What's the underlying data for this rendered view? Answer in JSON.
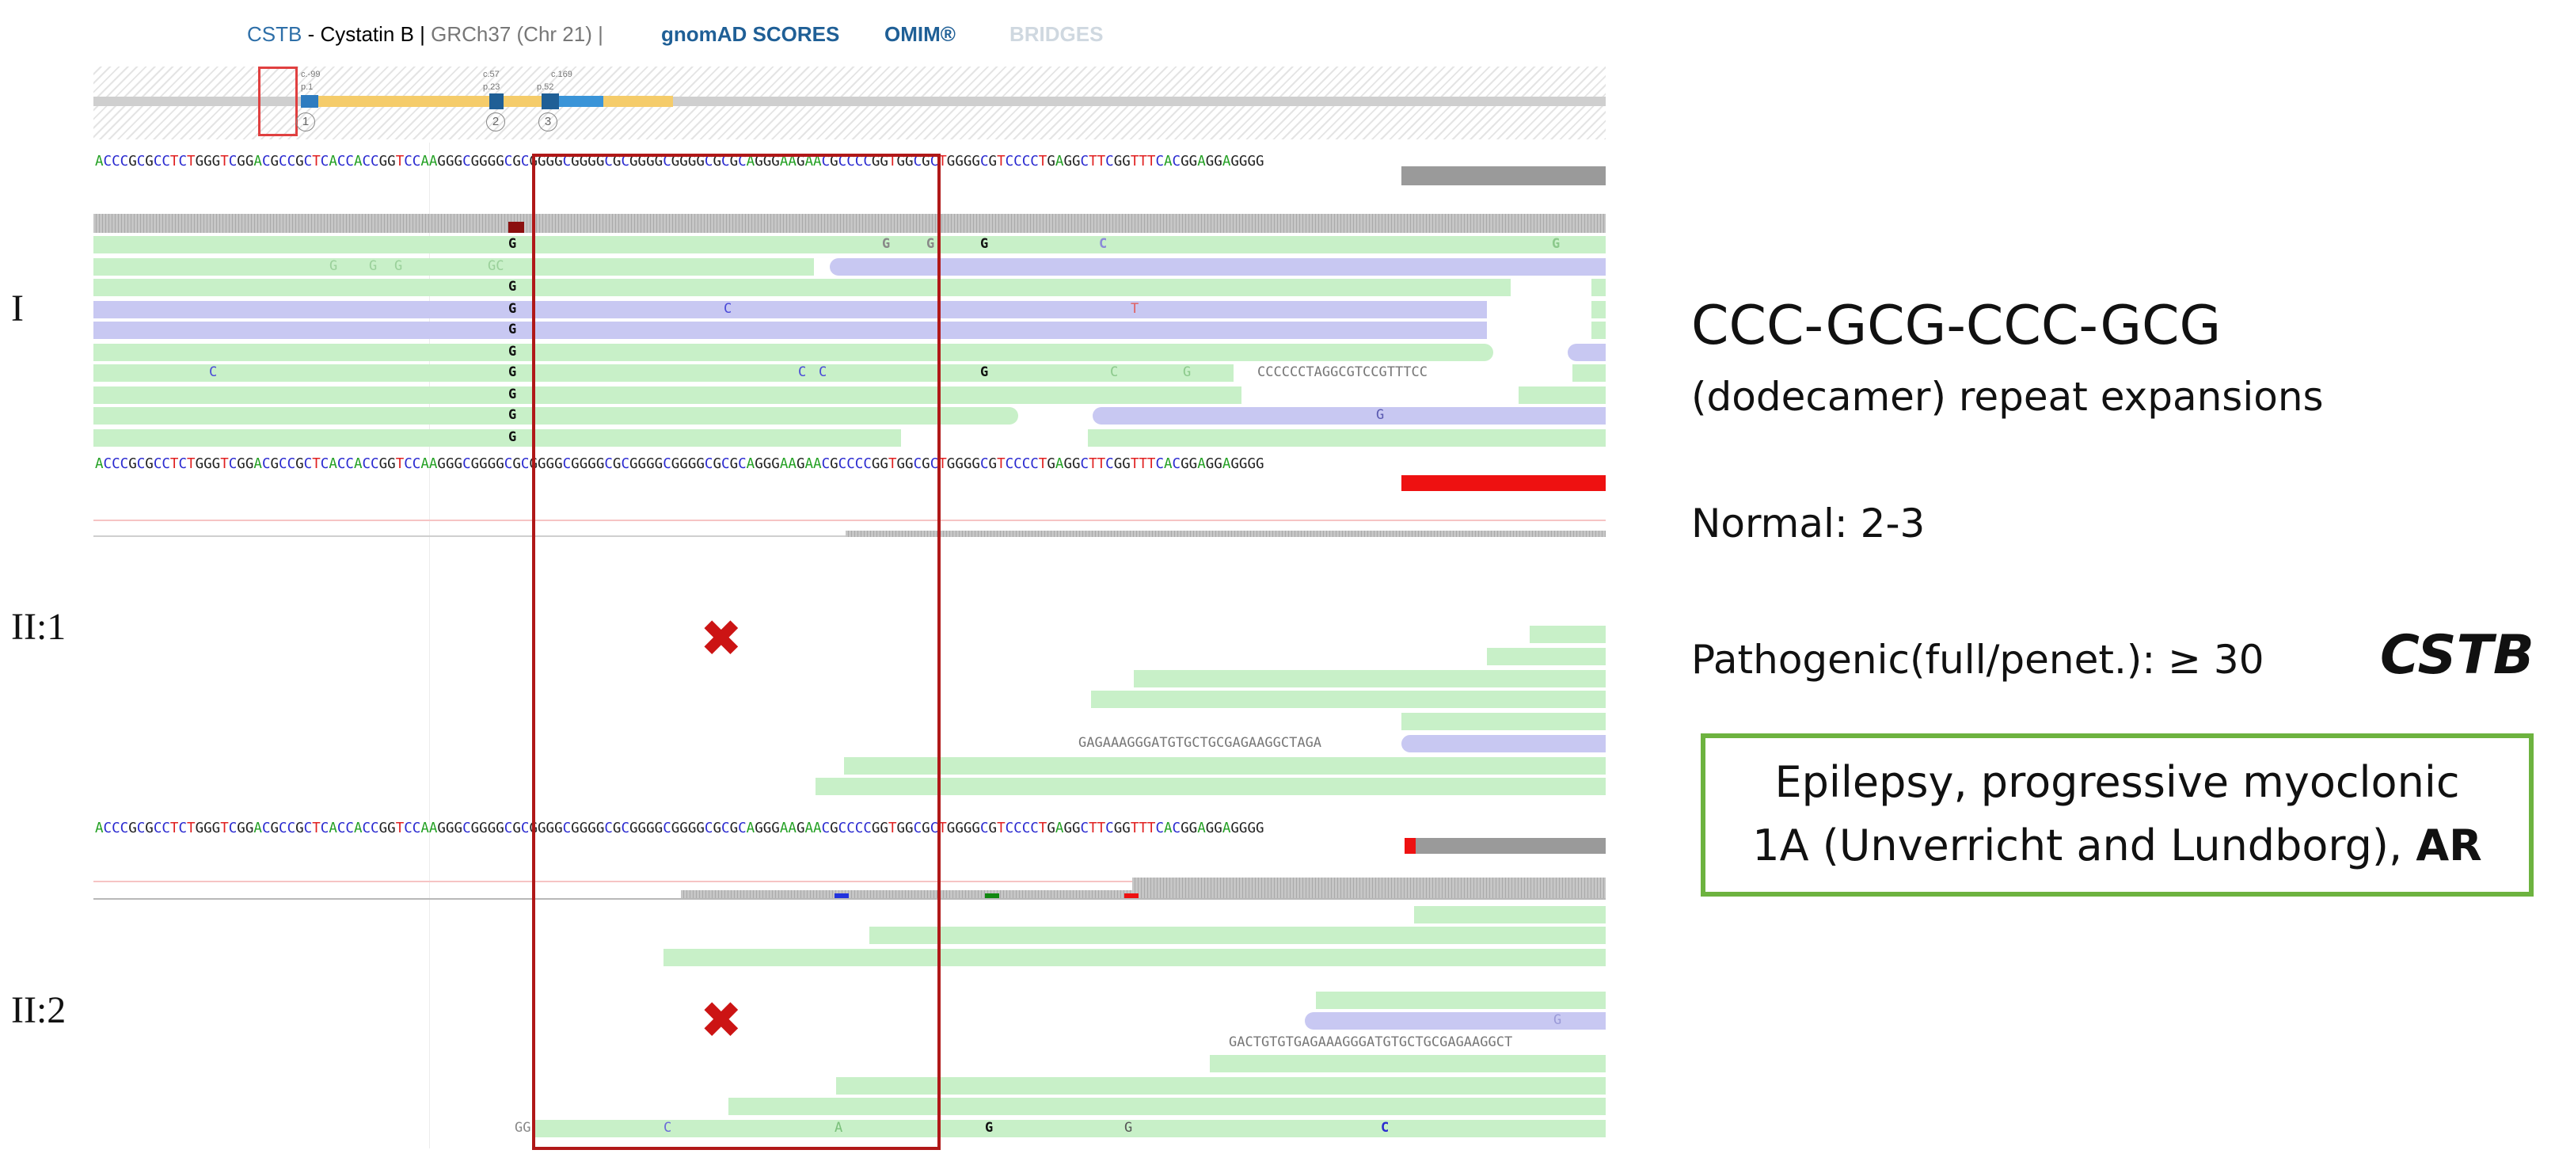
{
  "header": {
    "gene": "CSTB",
    "gene_desc": " - Cystatin B | ",
    "assembly": "GRCh37 (Chr 21) |",
    "tab_gnomad": "gnomAD SCORES",
    "tab_omim": "OMIM®",
    "tab_bridges": "BRIDGES"
  },
  "gene_track": {
    "exons": [
      "1",
      "2",
      "3"
    ],
    "labels": [
      "c.-99",
      "p.1",
      "c.57",
      "p.23",
      "c.169",
      "p.52"
    ]
  },
  "reference_sequence": "ACCCGCGCCTCTGGGTCGGACGCCGCTCACCACCGGTCCAAGGGCGGGGCGCGGGGCGGGGCGCGGGGCGGGGCGCGCAGGGAAGAACGCCCCGGTGGCGCTGGGGCGTCCCCTGAGGCTTCGGTTTCACGGAGGAGGGG",
  "individuals": {
    "I": "I",
    "II1": "II:1",
    "II2": "II:2"
  },
  "mismatch_letters": {
    "G": "G",
    "C": "C",
    "T": "T",
    "A": "A",
    "GC": "GC",
    "GG": "GG"
  },
  "softclips": {
    "I": "CCCCCCTAGGCGTCCGTTTCC",
    "II1": "GAGAAAGGGATGTGCTGCGAGAAGGCTAGA",
    "II2": "GACTGTGTGAGAAAGGGATGTGCTGCGAGAAGGCT"
  },
  "info": {
    "repeat_motif": "CCC-GCG-CCC-GCG",
    "repeat_desc": "(dodecamer) repeat expansions",
    "normal": "Normal: 2-3",
    "pathogenic": "Pathogenic(full/penet.): ≥ 30",
    "gene_symbol": "CSTB",
    "disease_main": "Epilepsy, progressive myoclonic",
    "disease_line2": "1A (Unverricht and Lundborg), ",
    "inheritance": "AR"
  },
  "colors": {
    "forward_read": "#c8f0c8",
    "reverse_read": "#c8c8f2",
    "highlight_box": "#b01818",
    "disease_box": "#6db33f",
    "cross_mark": "#cc1414"
  },
  "marks": {
    "II1": "✖",
    "II2": "✖"
  }
}
